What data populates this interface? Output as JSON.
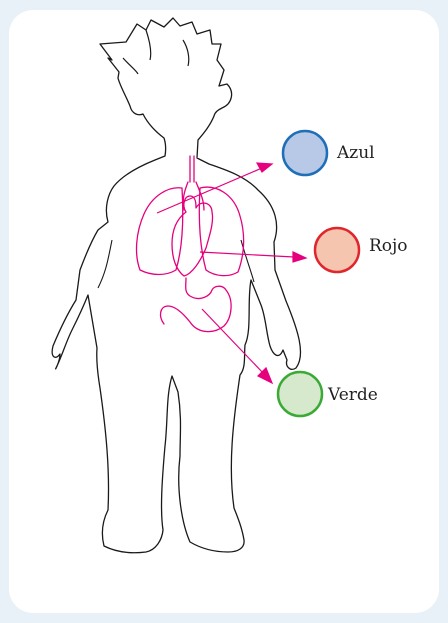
{
  "colors": {
    "background": "#e8f1f8",
    "card": "#ffffff",
    "organs": "#e6007e",
    "outline": "#1a1a1a"
  },
  "legend": [
    {
      "id": "azul",
      "label": "Azul",
      "fill": "#b7c9e6",
      "stroke": "#1f6fb8"
    },
    {
      "id": "rojo",
      "label": "Rojo",
      "fill": "#f6c5b0",
      "stroke": "#e0262c"
    },
    {
      "id": "verde",
      "label": "Verde",
      "fill": "#d6e9cc",
      "stroke": "#3aaa35"
    }
  ]
}
